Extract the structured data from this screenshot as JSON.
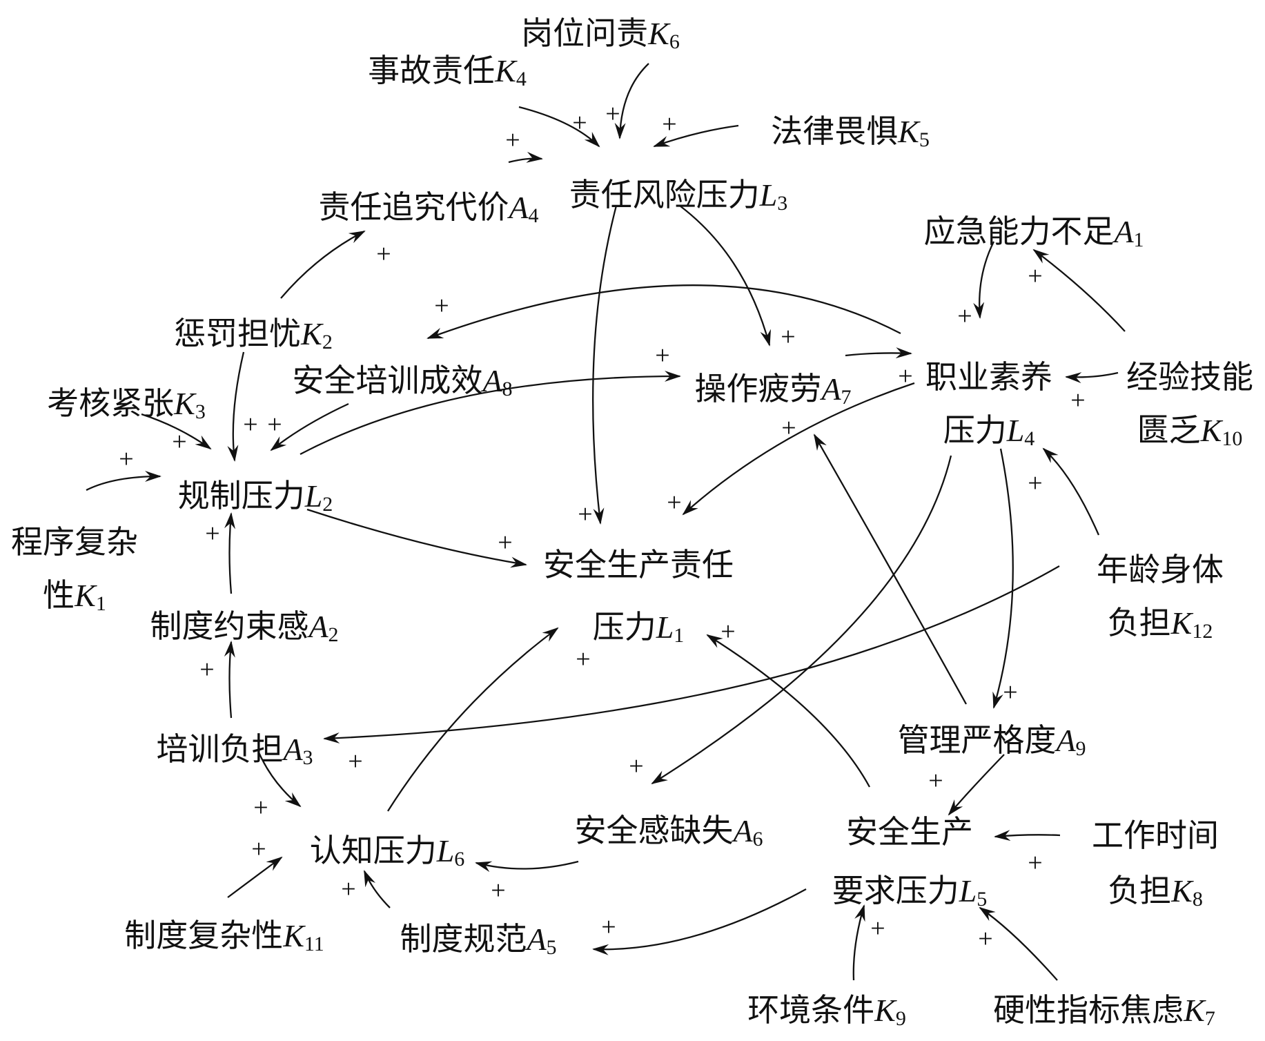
{
  "nodes": {
    "K6": {
      "lines": [
        {
          "text": "岗位问责",
          "sym": "K",
          "sub": "6"
        }
      ]
    },
    "K4": {
      "lines": [
        {
          "text": "事故责任",
          "sym": "K",
          "sub": "4"
        }
      ]
    },
    "K5": {
      "lines": [
        {
          "text": "法律畏惧",
          "sym": "K",
          "sub": "5"
        }
      ]
    },
    "L3": {
      "lines": [
        {
          "text": "责任风险压力",
          "sym": "L",
          "sub": "3"
        }
      ]
    },
    "A4": {
      "lines": [
        {
          "text": "责任追究代价",
          "sym": "A",
          "sub": "4"
        }
      ]
    },
    "A1": {
      "lines": [
        {
          "text": "应急能力不足",
          "sym": "A",
          "sub": "1"
        }
      ]
    },
    "K2": {
      "lines": [
        {
          "text": "惩罚担忧",
          "sym": "K",
          "sub": "2"
        }
      ]
    },
    "A8": {
      "lines": [
        {
          "text": "安全培训成效",
          "sym": "A",
          "sub": "8"
        }
      ]
    },
    "A7": {
      "lines": [
        {
          "text": "操作疲劳",
          "sym": "A",
          "sub": "7"
        }
      ]
    },
    "L4": {
      "lines": [
        {
          "text": "职业素养"
        },
        {
          "text": "压力",
          "sym": "L",
          "sub": "4"
        }
      ]
    },
    "K10": {
      "lines": [
        {
          "text": "经验技能"
        },
        {
          "text": "匮乏",
          "sym": "K",
          "sub": "10"
        }
      ]
    },
    "K3": {
      "lines": [
        {
          "text": "考核紧张",
          "sym": "K",
          "sub": "3"
        }
      ]
    },
    "L2": {
      "lines": [
        {
          "text": "规制压力",
          "sym": "L",
          "sub": "2"
        }
      ]
    },
    "K1": {
      "lines": [
        {
          "text": "程序复杂"
        },
        {
          "text": "性",
          "sym": "K",
          "sub": "1"
        }
      ]
    },
    "L1": {
      "lines": [
        {
          "text": "安全生产责任"
        },
        {
          "text": "压力",
          "sym": "L",
          "sub": "1"
        }
      ]
    },
    "K12": {
      "lines": [
        {
          "text": "年龄身体"
        },
        {
          "text": "负担",
          "sym": "K",
          "sub": "12"
        }
      ]
    },
    "A2": {
      "lines": [
        {
          "text": "制度约束感",
          "sym": "A",
          "sub": "2"
        }
      ]
    },
    "A3": {
      "lines": [
        {
          "text": "培训负担",
          "sym": "A",
          "sub": "3"
        }
      ]
    },
    "A9": {
      "lines": [
        {
          "text": "管理严格度",
          "sym": "A",
          "sub": "9"
        }
      ]
    },
    "L5": {
      "lines": [
        {
          "text": "安全生产"
        },
        {
          "text": "要求压力",
          "sym": "L",
          "sub": "5"
        }
      ]
    },
    "K8": {
      "lines": [
        {
          "text": "工作时间"
        },
        {
          "text": "负担",
          "sym": "K",
          "sub": "8"
        }
      ]
    },
    "A6": {
      "lines": [
        {
          "text": "安全感缺失",
          "sym": "A",
          "sub": "6"
        }
      ]
    },
    "L6": {
      "lines": [
        {
          "text": "认知压力",
          "sym": "L",
          "sub": "6"
        }
      ]
    },
    "K11": {
      "lines": [
        {
          "text": "制度复杂性",
          "sym": "K",
          "sub": "11"
        }
      ]
    },
    "A5": {
      "lines": [
        {
          "text": "制度规范",
          "sym": "A",
          "sub": "5"
        }
      ]
    },
    "K9": {
      "lines": [
        {
          "text": "环境条件",
          "sym": "K",
          "sub": "9"
        }
      ]
    },
    "K7": {
      "lines": [
        {
          "text": "硬性指标焦虑",
          "sym": "K",
          "sub": "7"
        }
      ]
    }
  },
  "edges": [
    {
      "from": "K4",
      "to": "L3",
      "sign": "+"
    },
    {
      "from": "K6",
      "to": "L3",
      "sign": "+"
    },
    {
      "from": "K5",
      "to": "L3",
      "sign": "+"
    },
    {
      "from": "A4",
      "to": "L3",
      "sign": "+"
    },
    {
      "from": "L3",
      "to": "A7",
      "sign": "+"
    },
    {
      "from": "L3",
      "to": "L1",
      "sign": "+"
    },
    {
      "from": "K2",
      "to": "A4",
      "sign": "+"
    },
    {
      "from": "K2",
      "to": "L2",
      "sign": "+"
    },
    {
      "from": "K3",
      "to": "L2",
      "sign": "+"
    },
    {
      "from": "A8",
      "to": "L2",
      "sign": "+"
    },
    {
      "from": "K1",
      "to": "L2",
      "sign": "+"
    },
    {
      "from": "A2",
      "to": "L2",
      "sign": "+"
    },
    {
      "from": "L2",
      "to": "A7",
      "sign": "+"
    },
    {
      "from": "L2",
      "to": "L1",
      "sign": "+"
    },
    {
      "from": "A3",
      "to": "A2",
      "sign": "+"
    },
    {
      "from": "A3",
      "to": "L6",
      "sign": "+"
    },
    {
      "from": "K11",
      "to": "L6",
      "sign": "+"
    },
    {
      "from": "A5",
      "to": "L6",
      "sign": "+"
    },
    {
      "from": "A6",
      "to": "L6",
      "sign": "+"
    },
    {
      "from": "L6",
      "to": "L1",
      "sign": "+"
    },
    {
      "from": "L4",
      "to": "A8",
      "sign": "+"
    },
    {
      "from": "A7",
      "to": "L4",
      "sign": "+"
    },
    {
      "from": "A1",
      "to": "L4",
      "sign": "+"
    },
    {
      "from": "K10",
      "to": "A1",
      "sign": "+"
    },
    {
      "from": "K10",
      "to": "L4",
      "sign": "+"
    },
    {
      "from": "K12",
      "to": "L4",
      "sign": "+"
    },
    {
      "from": "K12",
      "to": "A3",
      "sign": "+"
    },
    {
      "from": "L4",
      "to": "L1",
      "sign": "+"
    },
    {
      "from": "L4",
      "to": "A6",
      "sign": "+"
    },
    {
      "from": "L4",
      "to": "A9",
      "sign": "+"
    },
    {
      "from": "A9",
      "to": "A7",
      "sign": "+"
    },
    {
      "from": "A9",
      "to": "L5",
      "sign": "+"
    },
    {
      "from": "L5",
      "to": "L1",
      "sign": "+"
    },
    {
      "from": "L5",
      "to": "A5",
      "sign": "+"
    },
    {
      "from": "K8",
      "to": "L5",
      "sign": "+"
    },
    {
      "from": "K9",
      "to": "L5",
      "sign": "+"
    },
    {
      "from": "K7",
      "to": "L5",
      "sign": "+"
    }
  ]
}
